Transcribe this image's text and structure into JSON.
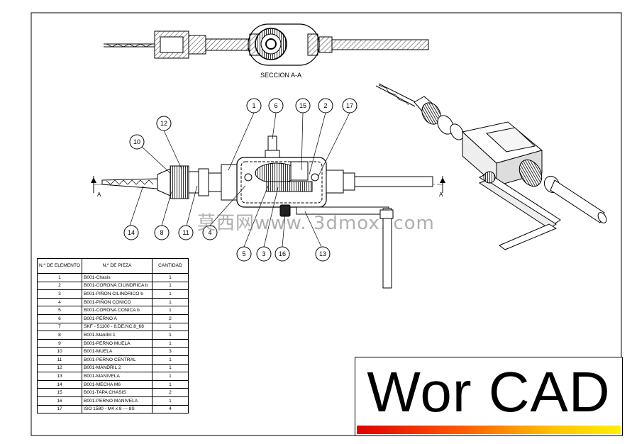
{
  "section_label": "SECCION A-A",
  "section_markers": [
    "A",
    "A"
  ],
  "balloons": [
    "1",
    "6",
    "15",
    "2",
    "17",
    "12",
    "10",
    "14",
    "8",
    "11",
    "4",
    "5",
    "3",
    "16",
    "13"
  ],
  "watermark": "莫西网www. 3dmox. com",
  "bom": {
    "headers": [
      "N.º DE ELEMENTO",
      "N.º DE PIEZA",
      "CANTIDAD"
    ],
    "rows": [
      {
        "n": "1",
        "part": "B001-Chasis",
        "qty": "1"
      },
      {
        "n": "2",
        "part": "B001-CORONA CILINDRICA b",
        "qty": "1"
      },
      {
        "n": "3",
        "part": "B001-PIÑON CILINDRICO b",
        "qty": "1"
      },
      {
        "n": "4",
        "part": "B001-PIÑON CONICO",
        "qty": "1"
      },
      {
        "n": "5",
        "part": "B001-CORONA CONICA b",
        "qty": "1"
      },
      {
        "n": "6",
        "part": "B001-PERNO A",
        "qty": "2"
      },
      {
        "n": "7",
        "part": "SKF - 51100 - 8,DE,NC,8_68",
        "qty": "1"
      },
      {
        "n": "8",
        "part": "B001-Mandril 1",
        "qty": "1"
      },
      {
        "n": "9",
        "part": "B001-PERNO MUELA",
        "qty": "1"
      },
      {
        "n": "10",
        "part": "B001-MUELA",
        "qty": "3"
      },
      {
        "n": "11",
        "part": "B001-PERNO CENTRAL",
        "qty": "1"
      },
      {
        "n": "12",
        "part": "B001-MANDRIL 2",
        "qty": "1"
      },
      {
        "n": "13",
        "part": "B001-MANIVELA",
        "qty": "1"
      },
      {
        "n": "14",
        "part": "B001-MECHA M6",
        "qty": "1"
      },
      {
        "n": "15",
        "part": "B001-TAPA CHASIS",
        "qty": "2"
      },
      {
        "n": "16",
        "part": "B001-PERNO MANIVELA",
        "qty": "1"
      },
      {
        "n": "17",
        "part": "ISO 1580 - M4 x 8 --- 8S",
        "qty": "4"
      }
    ]
  },
  "logo": {
    "text": "Wor CAD"
  }
}
